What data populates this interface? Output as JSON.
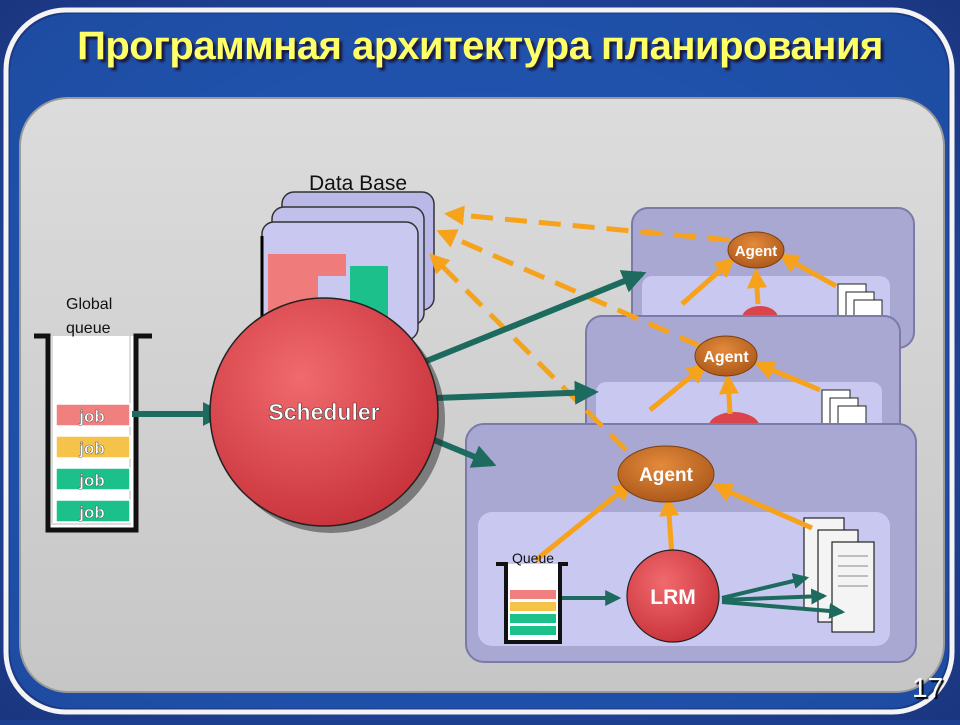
{
  "slide": {
    "title": "Программная архитектура планирования",
    "page_number": "17"
  },
  "diagram": {
    "database_label": "Data Base",
    "global_queue_label_line1": "Global",
    "global_queue_label_line2": "queue",
    "global_queue_jobs": [
      "job",
      "job",
      "job",
      "job"
    ],
    "scheduler_label": "Scheduler",
    "agent_label": "Agent",
    "local_queue_label": "Queue",
    "lrm_label": "LRM"
  },
  "colors": {
    "background_blue": "#1c3f8f",
    "title_yellow": "#ffff66",
    "panel_gray": "#c8c8c8",
    "scheduler_red": "#e0464b",
    "agent_orange": "#c8701e",
    "arrow_orange": "#f7a21b",
    "arrow_teal": "#1d6b5f",
    "node_lavender": "#a9a8d2",
    "job_red": "#f08080",
    "job_yellow": "#f5c24a",
    "job_green": "#1cc08a"
  }
}
